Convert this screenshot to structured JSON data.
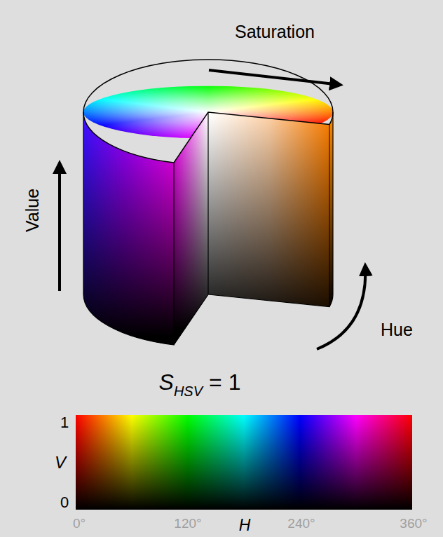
{
  "diagram": {
    "labels": [
      "Saturation",
      "Value",
      "Hue",
      "S",
      "HSV",
      "= 1",
      "1",
      "V",
      "0",
      "0°",
      "120°",
      "H",
      "240°",
      "360°"
    ]
  }
}
